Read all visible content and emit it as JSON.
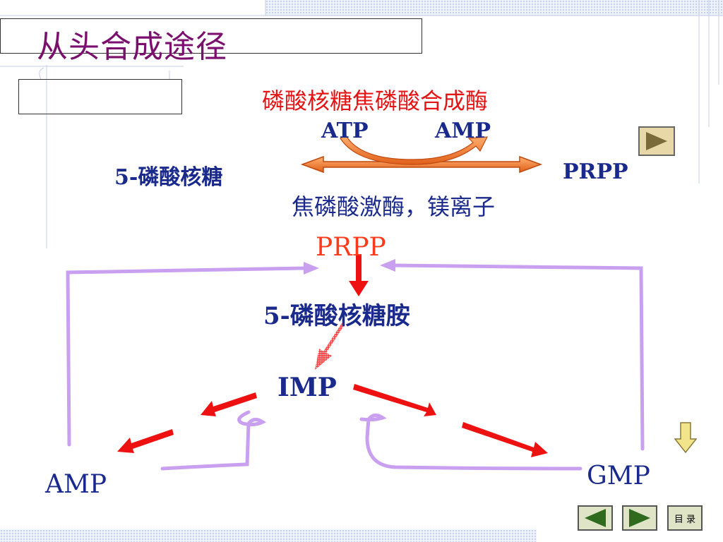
{
  "title": "从头合成途径",
  "reaction": {
    "enzyme_top": "磷酸核糖焦磷酸合成酶",
    "cofactor_in": "ATP",
    "cofactor_out": "AMP",
    "substrate": "5-磷酸核糖",
    "product": "PRPP",
    "enzyme_bottom": "焦磷酸激酶，镁离子"
  },
  "pathway": {
    "prpp": "PRPP",
    "intermediate": "5-磷酸核糖胺",
    "imp": "IMP",
    "gmp": "GMP",
    "amp": "AMP"
  },
  "nav": {
    "toc_label": "目 录"
  },
  "colors": {
    "title": "#7a0f6e",
    "label": "#1a2a8c",
    "red_arrow": "#ee1111",
    "feedback": "#c9a0f0",
    "orange_arrow": "#f07a20"
  }
}
